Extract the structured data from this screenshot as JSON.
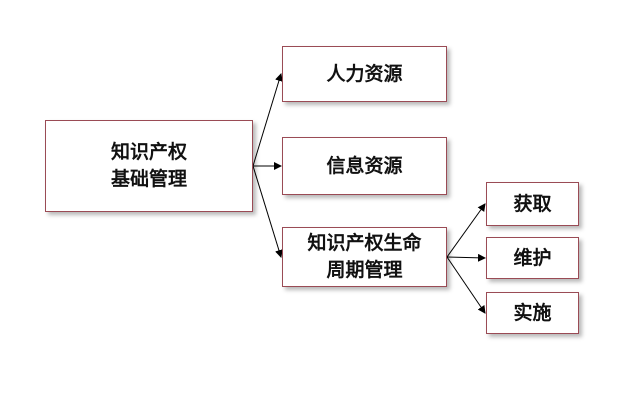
{
  "diagram": {
    "root": {
      "line1": "知识产权",
      "line2": "基础管理"
    },
    "branches": {
      "human": "人力资源",
      "info": "信息资源",
      "life": {
        "line1": "知识产权生命",
        "line2": "周期管理"
      }
    },
    "leaves": {
      "acquire": "获取",
      "maintain": "维护",
      "implement": "实施"
    }
  },
  "colors": {
    "border": "#9a4b55",
    "text": "#111111",
    "connector": "#000000"
  }
}
